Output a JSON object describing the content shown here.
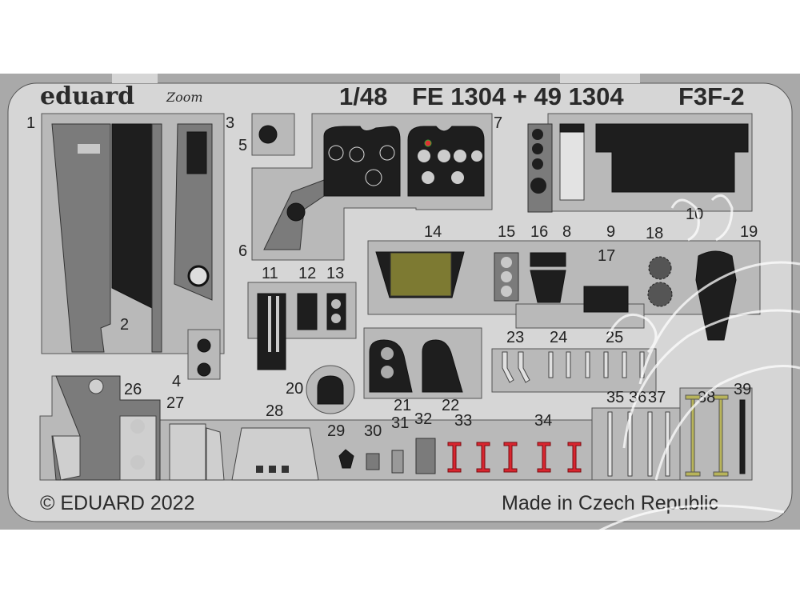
{
  "header": {
    "brand": "eduard",
    "brand_sub": "Zoom",
    "scale": "1/48",
    "codes": "FE 1304 + 49 1304",
    "model": "F3F-2"
  },
  "footer": {
    "copyright": "© EDUARD 2022",
    "origin": "Made in Czech Republic"
  },
  "part_numbers": [
    "1",
    "2",
    "3",
    "4",
    "5",
    "6",
    "7",
    "8",
    "9",
    "10",
    "11",
    "12",
    "13",
    "14",
    "15",
    "16",
    "17",
    "18",
    "19",
    "20",
    "21",
    "22",
    "23",
    "24",
    "25",
    "26",
    "27",
    "28",
    "29",
    "30",
    "31",
    "32",
    "33",
    "34",
    "35",
    "36",
    "37",
    "38",
    "39"
  ],
  "colors": {
    "fret": "#d6d6d6",
    "carrier": "#b9b9b9",
    "panel_dark": "#1e1e1e",
    "panel_gray": "#7b7b7b",
    "olive": "#7d7a32",
    "red": "#d8262f"
  }
}
